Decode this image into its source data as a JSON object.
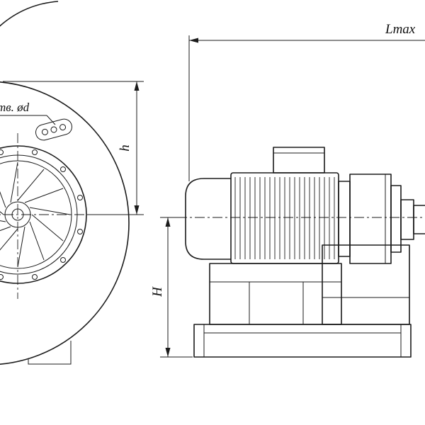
{
  "drawing": {
    "labels": {
      "lmax": "Lmax",
      "h_small": "h",
      "h_big": "H",
      "holes": "тв. ød"
    },
    "colors": {
      "line": "#1b1b1b",
      "background": "#ffffff"
    }
  }
}
